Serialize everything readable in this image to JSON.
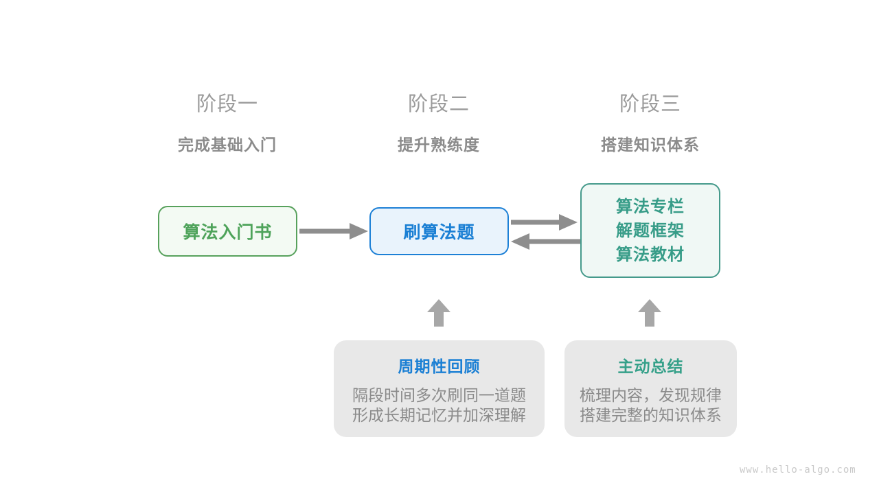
{
  "stages": [
    {
      "label": "阶段一",
      "subtitle": "完成基础入门"
    },
    {
      "label": "阶段二",
      "subtitle": "提升熟练度"
    },
    {
      "label": "阶段三",
      "subtitle": "搭建知识体系"
    }
  ],
  "nodes": [
    {
      "title": "算法入门书",
      "theme": "green"
    },
    {
      "title": "刷算法题",
      "theme": "blue"
    },
    {
      "lines": [
        "算法专栏",
        "解题框架",
        "算法教材"
      ],
      "theme": "teal"
    }
  ],
  "notes": [
    {
      "title": "周期性回顾",
      "lines": [
        "隔段时间多次刷同一道题",
        "形成长期记忆并加深理解"
      ]
    },
    {
      "title": "主动总结",
      "lines": [
        "梳理内容，发现规律",
        "搭建完整的知识体系"
      ]
    }
  ],
  "watermark": "www.hello-algo.com",
  "icons": [
    "arrow-right-icon",
    "arrow-right-icon",
    "arrow-left-icon",
    "arrow-up-icon",
    "arrow-up-icon"
  ],
  "colors": {
    "stage_label": "#9b9b9b",
    "stage_subtitle": "#8b8b8b",
    "green_border": "#57a15c",
    "green_bg": "#f3faf3",
    "green_text": "#4ea35a",
    "blue_border": "#1d80d6",
    "blue_bg": "#e9f3fc",
    "blue_text": "#1a7fd4",
    "teal_border": "#459a8b",
    "teal_bg": "#f0f8f5",
    "teal_text": "#379c88",
    "note_bg": "#e8e8e8",
    "note_body_text": "#8b8b8b",
    "arrow_horizontal": "#8e8e8e",
    "arrow_up": "#a7a7a7",
    "watermark": "#c9c9c9"
  }
}
